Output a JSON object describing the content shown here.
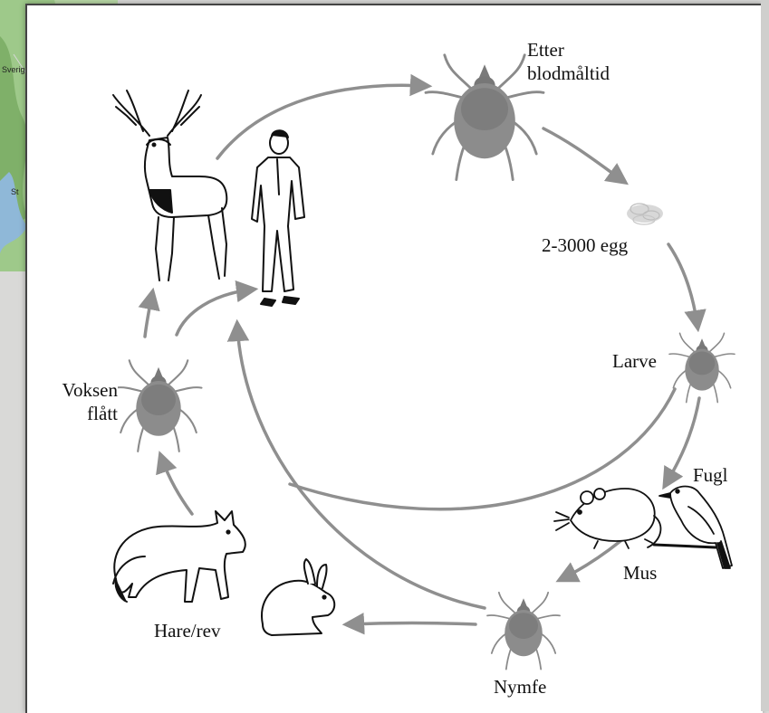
{
  "background_map": {
    "labels": [
      "Sverig",
      "St"
    ]
  },
  "diagram": {
    "stages": [
      {
        "id": "etter",
        "label": "Etter\nblodmåltid"
      },
      {
        "id": "egg",
        "label": "2-3000 egg"
      },
      {
        "id": "larve",
        "label": "Larve"
      },
      {
        "id": "fugl",
        "label": "Fugl"
      },
      {
        "id": "mus",
        "label": "Mus"
      },
      {
        "id": "nymfe",
        "label": "Nymfe"
      },
      {
        "id": "hare",
        "label": "Hare/rev"
      },
      {
        "id": "voksen",
        "label": "Voksen\nflått"
      }
    ]
  },
  "colors": {
    "arrow": "#8f8f8f",
    "tick": "#8a8a8a",
    "outline": "#111111",
    "map_green": "#7fb069",
    "map_water": "#8fb8d8"
  }
}
